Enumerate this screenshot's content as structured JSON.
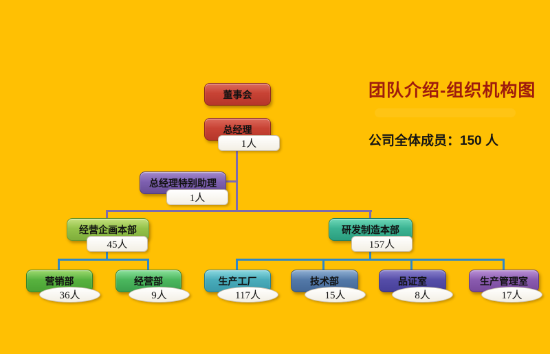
{
  "slide": {
    "title": "团队介绍-组织机构图",
    "members_line": "公司全体成员：150 人",
    "total_members": 150
  },
  "org": {
    "nodes": [
      {
        "label": "董事会",
        "count": ""
      },
      {
        "label": "总经理",
        "count": "1人"
      },
      {
        "label": "总经理特别助理",
        "count": "1人"
      },
      {
        "label": "经营企画本部",
        "count": "45人"
      },
      {
        "label": "研发制造本部",
        "count": "157人"
      },
      {
        "label": "营销部",
        "count": "36人"
      },
      {
        "label": "经营部",
        "count": "9人"
      },
      {
        "label": "生产工厂",
        "count": "117人"
      },
      {
        "label": "技术部",
        "count": "15人"
      },
      {
        "label": "品证室",
        "count": "8人"
      },
      {
        "label": "生产管理室",
        "count": "17人"
      }
    ],
    "hierarchy": {
      "name": "董事会",
      "children": [
        {
          "name": "总经理",
          "headcount": 1,
          "staff": [
            {
              "name": "总经理特别助理",
              "headcount": 1
            }
          ],
          "children": [
            {
              "name": "经营企画本部",
              "headcount": 45,
              "children": [
                {
                  "name": "营销部",
                  "headcount": 36
                },
                {
                  "name": "经营部",
                  "headcount": 9
                }
              ]
            },
            {
              "name": "研发制造本部",
              "headcount": 157,
              "children": [
                {
                  "name": "生产工厂",
                  "headcount": 117
                },
                {
                  "name": "技术部",
                  "headcount": 15
                },
                {
                  "name": "品证室",
                  "headcount": 8
                },
                {
                  "name": "生产管理室",
                  "headcount": 17
                }
              ]
            }
          ]
        }
      ]
    }
  },
  "colors": {
    "background": "#FFC003",
    "title_text": "#9E1B0D",
    "subtitle_text": "#151515",
    "connector_upper": "#7C6BB0",
    "connector_lower": "#2E87C8",
    "node_board_red": "#C84335",
    "node_assistant_purple": "#7E60B0",
    "node_planning_yellow_green": "#94C24A",
    "node_rd_teal_green": "#3BB392",
    "node_marketing_green": "#58B23F",
    "node_operations_emerald": "#4BB75E",
    "node_factory_cyan": "#49ACBB",
    "node_technology_steel_blue": "#5379A8",
    "node_qa_indigo": "#554DA8",
    "node_prod_mgmt_violet": "#8A5BAF",
    "count_pill_bg": "#FFFFFF"
  }
}
